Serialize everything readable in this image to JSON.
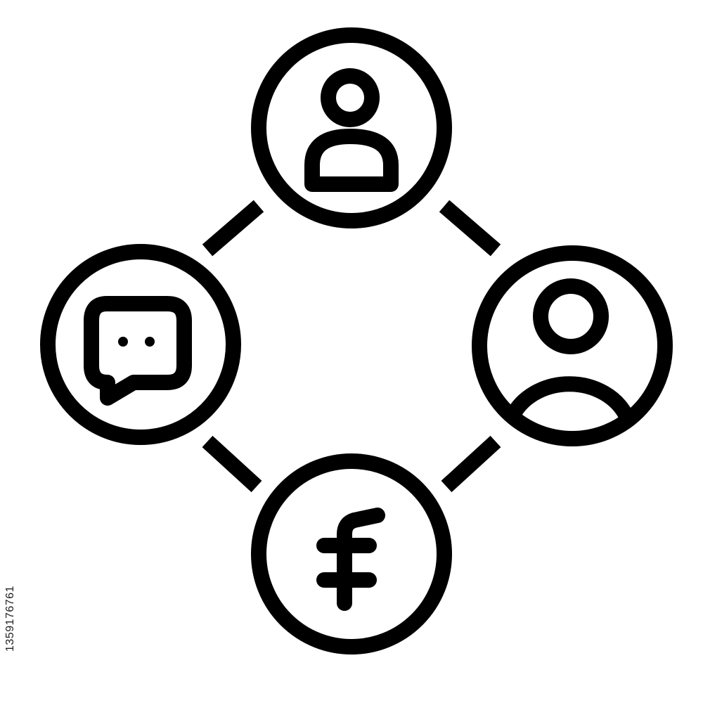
{
  "icon_name": "network-connection-icon",
  "colors": {
    "stroke": "#000000",
    "background": "#ffffff",
    "watermark_text": "#222222"
  },
  "nodes": [
    {
      "name": "user-node-top",
      "icon": "user-icon"
    },
    {
      "name": "chat-node-left",
      "icon": "chat-bubble-icon"
    },
    {
      "name": "user-node-right",
      "icon": "user-icon"
    },
    {
      "name": "currency-node-bottom",
      "icon": "franc-currency-icon"
    }
  ],
  "watermark": {
    "id": "1359176761"
  }
}
